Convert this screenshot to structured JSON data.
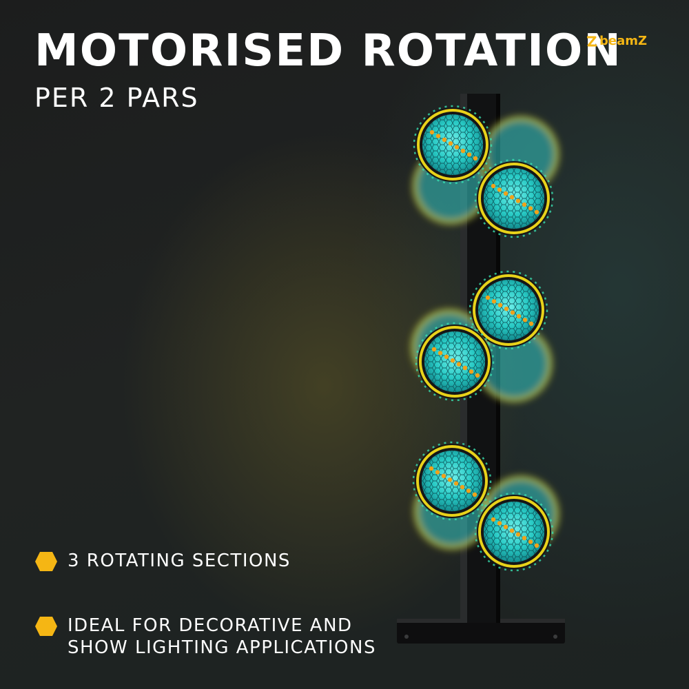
{
  "header": {
    "title": "MOTORISED ROTATION",
    "subtitle": "PER 2 PARS"
  },
  "brand": {
    "name": "beamZ",
    "mark_icon": "beamz-logo-mark",
    "color": "#f5b614"
  },
  "features": [
    {
      "icon": "hexagon-bullet-icon",
      "text": "3 ROTATING SECTIONS"
    },
    {
      "icon": "hexagon-bullet-icon",
      "text": "IDEAL FOR DECORATIVE AND SHOW LIGHTING APPLICATIONS"
    }
  ],
  "colors": {
    "accent": "#f5b614",
    "led_cyan": "#2fd6cf",
    "led_yellow": "#e8d21a",
    "text": "#ffffff"
  },
  "product": {
    "icon": "rotating-par-tower-illustration",
    "sections": 3,
    "pars": 6
  }
}
